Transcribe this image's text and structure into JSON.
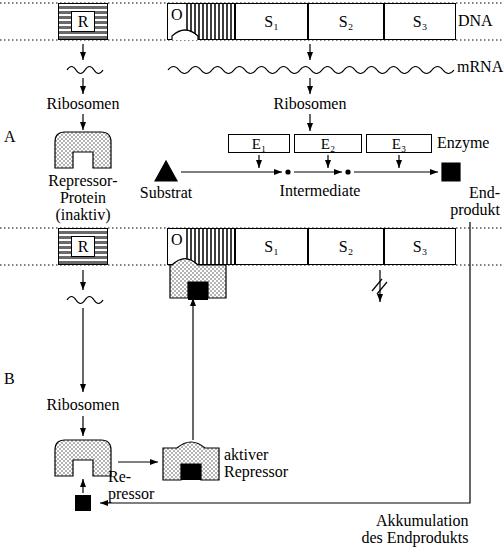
{
  "diagram": {
    "nodes": [
      {
        "text": [
          "R"
        ]
      },
      {
        "text": [
          "O"
        ]
      },
      {
        "text": [
          "S₁"
        ]
      },
      {
        "text": [
          "S₂"
        ]
      },
      {
        "text": [
          "S₃"
        ]
      },
      {
        "text": [
          "E₁"
        ]
      },
      {
        "text": [
          "E₂"
        ]
      },
      {
        "text": [
          "E₃"
        ]
      },
      {
        "text": [
          "Repressor- Protein (inaktiv)"
        ]
      },
      {
        "text": [
          "Substrat"
        ]
      },
      {
        "text": [
          "End- produkt"
        ]
      },
      {
        "text": [
          "R"
        ]
      },
      {
        "text": [
          "O"
        ]
      },
      {
        "text": [
          "S₁"
        ]
      },
      {
        "text": [
          "S₂"
        ]
      },
      {
        "text": [
          "S₃"
        ]
      },
      {
        "text": [
          "aktiver Repressor"
        ]
      }
    ],
    "edges": [
      {
        "from": 16,
        "to": 12,
        "arrow": "to"
      }
    ],
    "labels": [
      "DNA",
      "mRNA",
      "Ribosomen",
      "Ribosomen",
      "A",
      "Enzyme",
      "Intermediate",
      "B",
      "Ribosomen",
      "Re- pressor",
      "Akkumulation des Endprodukts"
    ]
  }
}
